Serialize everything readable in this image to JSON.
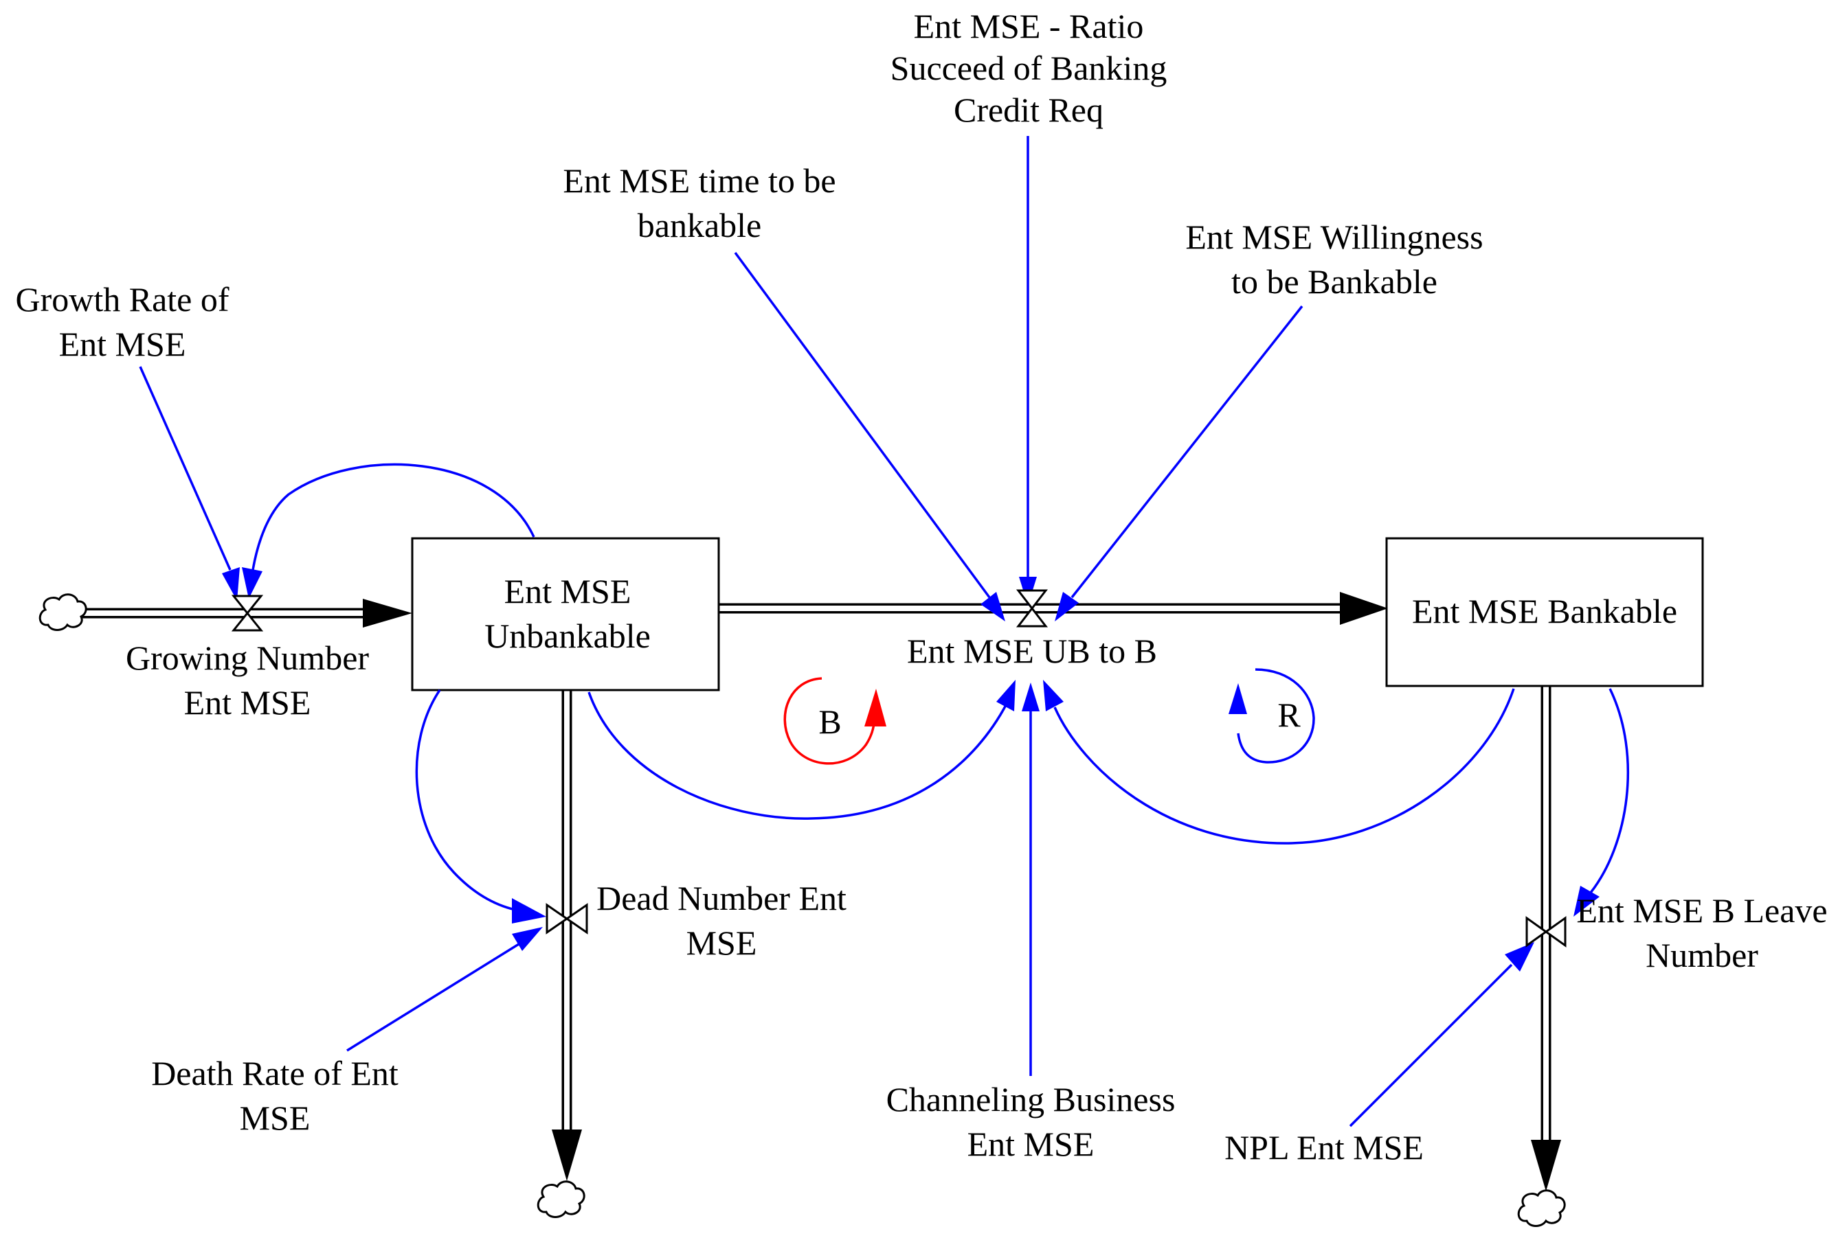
{
  "stocks": {
    "unbankable": {
      "line1": "Ent MSE",
      "line2": "Unbankable"
    },
    "bankable": {
      "line1": "Ent MSE Bankable"
    }
  },
  "flows": {
    "growing": {
      "line1": "Growing Number",
      "line2": "Ent MSE"
    },
    "ub_to_b": {
      "line1": "Ent MSE UB to B"
    },
    "dead": {
      "line1": "Dead Number Ent",
      "line2": "MSE"
    },
    "b_leave": {
      "line1": "Ent MSE B Leave",
      "line2": "Number"
    }
  },
  "variables": {
    "growth_rate": {
      "line1": "Growth Rate of",
      "line2": "Ent MSE"
    },
    "time_to_bankable": {
      "line1": "Ent MSE time to be",
      "line2": "bankable"
    },
    "ratio_succeed": {
      "line1": "Ent MSE - Ratio",
      "line2": "Succeed of Banking",
      "line3": "Credit Req"
    },
    "willingness": {
      "line1": "Ent MSE Willingness",
      "line2": "to be Bankable"
    },
    "death_rate": {
      "line1": "Death Rate of Ent",
      "line2": "MSE"
    },
    "channeling": {
      "line1": "Channeling Business",
      "line2": "Ent MSE"
    },
    "npl": {
      "line1": "NPL Ent MSE"
    }
  },
  "loops": {
    "balancing": {
      "label": "B"
    },
    "reinforcing": {
      "label": "R"
    }
  },
  "colors": {
    "link": "#0000ff",
    "balancing_loop": "#ff0000",
    "reinforcing_loop": "#0000ff",
    "stock_border": "#000000"
  }
}
